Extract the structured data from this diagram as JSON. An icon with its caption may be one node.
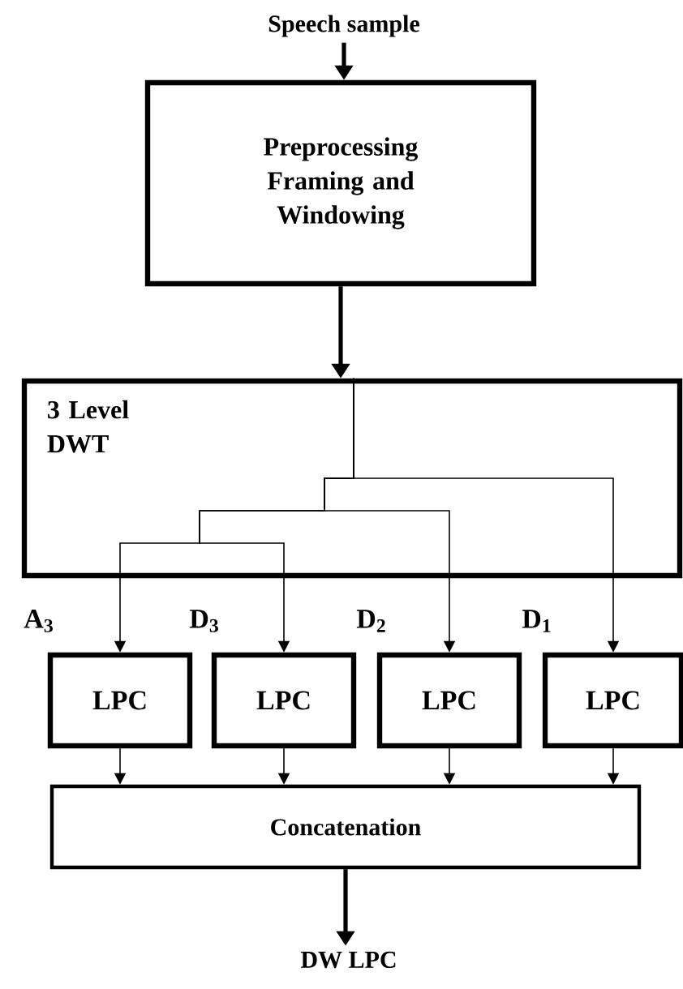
{
  "diagram": {
    "nodes": [
      {
        "text": [
          "Speech sample"
        ]
      },
      {
        "text": [
          "Preprocessing Framing and Windowing"
        ]
      },
      {
        "text": [
          "3 Level DWT"
        ]
      },
      {
        "text": [
          "LPC"
        ]
      },
      {
        "text": [
          "LPC"
        ]
      },
      {
        "text": [
          "LPC"
        ]
      },
      {
        "text": [
          "LPC"
        ]
      },
      {
        "text": [
          "Concatenation"
        ]
      },
      {
        "text": [
          "DW LPC"
        ]
      }
    ],
    "edges": [
      {
        "from": 0,
        "to": 1,
        "arrow": "to",
        "style": "thick"
      },
      {
        "from": 1,
        "to": 2,
        "arrow": "to",
        "style": "thick"
      },
      {
        "from": 2,
        "to": 3,
        "arrow": "to",
        "label": "A$_{3}$"
      },
      {
        "from": 2,
        "to": 4,
        "arrow": "to",
        "label": "D$_{3}$"
      },
      {
        "from": 2,
        "to": 5,
        "arrow": "to",
        "label": "D$_{2}$"
      },
      {
        "from": 2,
        "to": 6,
        "arrow": "to",
        "label": "D$_{1}$"
      },
      {
        "from": 3,
        "to": 7,
        "arrow": "to"
      },
      {
        "from": 4,
        "to": 7,
        "arrow": "to"
      },
      {
        "from": 5,
        "to": 7,
        "arrow": "to"
      },
      {
        "from": 6,
        "to": 7,
        "arrow": "to"
      },
      {
        "from": 7,
        "to": 8,
        "arrow": "to",
        "style": "thick"
      }
    ]
  }
}
